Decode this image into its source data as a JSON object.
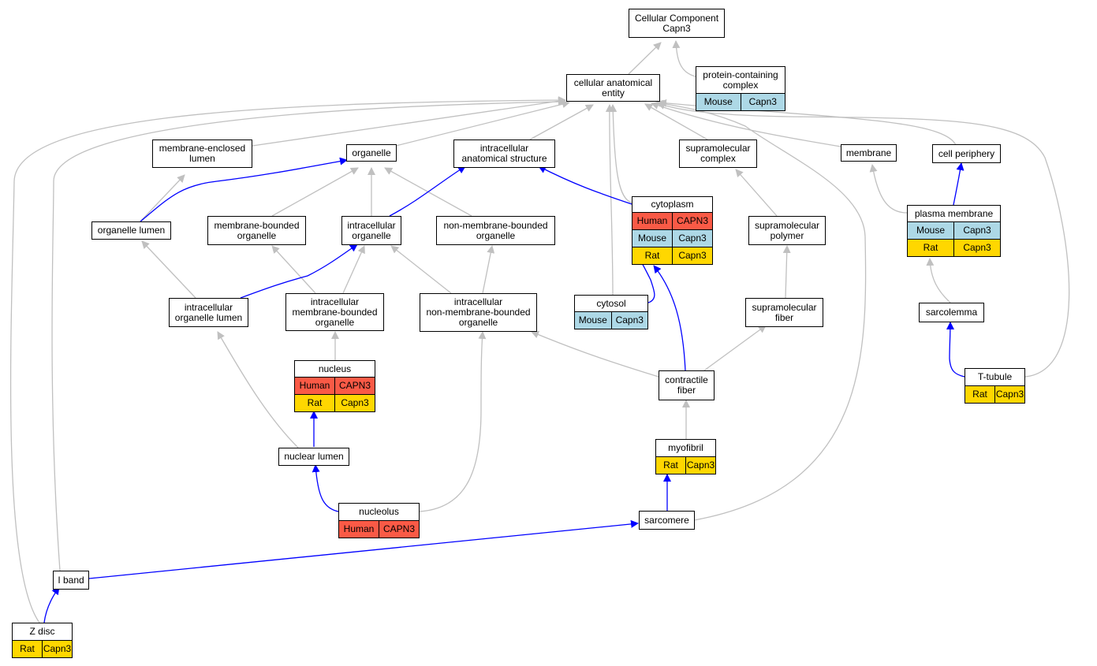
{
  "colors": {
    "Human": "#fa5a46",
    "Mouse": "#add8e6",
    "Rat": "#ffd700",
    "edge_isa": "#c0c0c0",
    "edge_partof": "#0000ff"
  },
  "nodes": {
    "root": {
      "label": "Cellular Component\nCapn3"
    },
    "cae": {
      "label": "cellular anatomical\nentity"
    },
    "pcc": {
      "label": "protein-containing\ncomplex",
      "rows": [
        [
          "Mouse",
          "Capn3"
        ]
      ]
    },
    "mel": {
      "label": "membrane-enclosed\nlumen"
    },
    "organelle": {
      "label": "organelle"
    },
    "ias": {
      "label": "intracellular\nanatomical structure"
    },
    "smc": {
      "label": "supramolecular\ncomplex"
    },
    "membrane": {
      "label": "membrane"
    },
    "cellper": {
      "label": "cell periphery"
    },
    "orglumen": {
      "label": "organelle lumen"
    },
    "mbo": {
      "label": "membrane-bounded\norganelle"
    },
    "io": {
      "label": "intracellular\norganelle"
    },
    "nmbo": {
      "label": "non-membrane-bounded\norganelle"
    },
    "cytoplasm": {
      "label": "cytoplasm",
      "rows": [
        [
          "Human",
          "CAPN3"
        ],
        [
          "Mouse",
          "Capn3"
        ],
        [
          "Rat",
          "Capn3"
        ]
      ]
    },
    "smp": {
      "label": "supramolecular\npolymer"
    },
    "pm": {
      "label": "plasma membrane",
      "rows": [
        [
          "Mouse",
          "Capn3"
        ],
        [
          "Rat",
          "Capn3"
        ]
      ]
    },
    "iol": {
      "label": "intracellular\norganelle lumen"
    },
    "imbo": {
      "label": "intracellular\nmembrane-bounded\norganelle"
    },
    "inmbo": {
      "label": "intracellular\nnon-membrane-bounded\norganelle"
    },
    "cytosol": {
      "label": "cytosol",
      "rows": [
        [
          "Mouse",
          "Capn3"
        ]
      ]
    },
    "smf": {
      "label": "supramolecular\nfiber"
    },
    "sarcolemma": {
      "label": "sarcolemma"
    },
    "nucleus": {
      "label": "nucleus",
      "rows": [
        [
          "Human",
          "CAPN3"
        ],
        [
          "Rat",
          "Capn3"
        ]
      ]
    },
    "cf": {
      "label": "contractile\nfiber"
    },
    "ttubule": {
      "label": "T-tubule",
      "rows": [
        [
          "Rat",
          "Capn3"
        ]
      ]
    },
    "nl": {
      "label": "nuclear lumen"
    },
    "myofibril": {
      "label": "myofibril",
      "rows": [
        [
          "Rat",
          "Capn3"
        ]
      ]
    },
    "nucleolus": {
      "label": "nucleolus",
      "rows": [
        [
          "Human",
          "CAPN3"
        ]
      ]
    },
    "sarcomere": {
      "label": "sarcomere"
    },
    "iband": {
      "label": "I band"
    },
    "zdisc": {
      "label": "Z disc",
      "rows": [
        [
          "Rat",
          "Capn3"
        ]
      ]
    }
  }
}
